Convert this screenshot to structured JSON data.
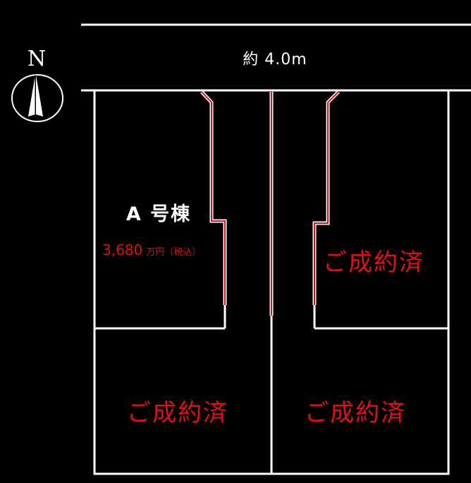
{
  "road": {
    "label": "約 4.0m"
  },
  "compass": {
    "label": "N",
    "icon": "north-arrow-icon"
  },
  "lots": {
    "a": {
      "name": "A 号棟",
      "price_number": "3,680",
      "price_unit": "万円（税込）"
    },
    "sold_status": "ご成約済"
  },
  "colors": {
    "background": "#000000",
    "line": "#ffffff",
    "accent": "#e0101a"
  }
}
